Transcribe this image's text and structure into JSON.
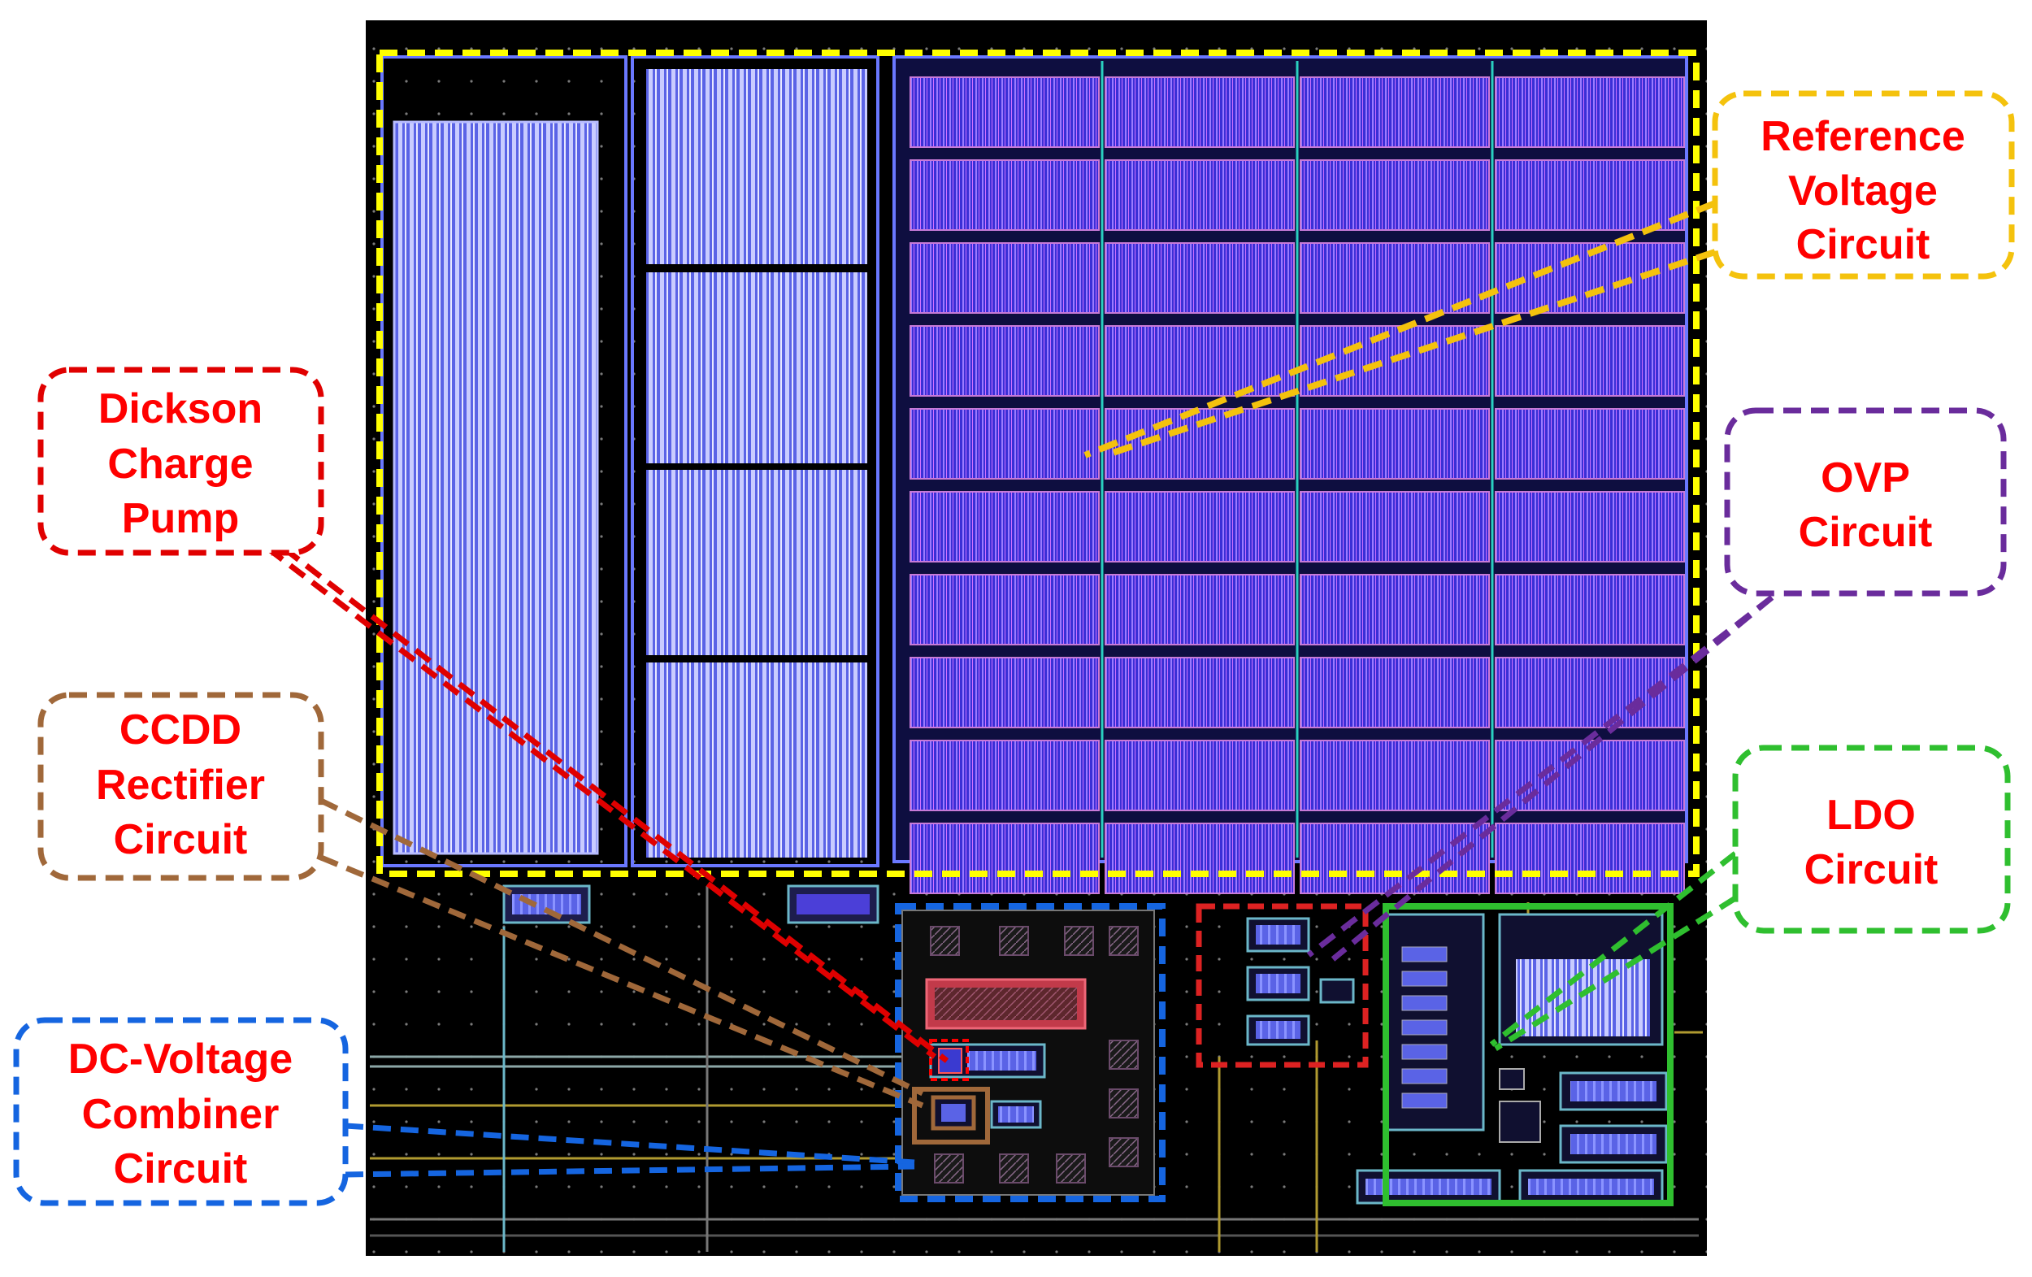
{
  "colors": {
    "background": "#ffffff",
    "die_background": "#000000",
    "label_text": "#ff0000",
    "reference_voltage": "#f4c20d",
    "dickson_charge_pump": "#e00000",
    "ccdd_rectifier": "#a0683a",
    "dc_voltage_combiner": "#1565e0",
    "ovp": "#6a2c9c",
    "ldo": "#2fbf2f",
    "top_block_outline": "#ffff00"
  },
  "labels": {
    "reference_voltage": [
      "Reference",
      "Voltage",
      "Circuit"
    ],
    "dickson_charge_pump": [
      "Dickson",
      "Charge",
      "Pump"
    ],
    "ovp": [
      "OVP",
      "Circuit"
    ],
    "ccdd_rectifier": [
      "CCDD",
      "Rectifier",
      "Circuit"
    ],
    "ldo": [
      "LDO",
      "Circuit"
    ],
    "dc_voltage_combiner": [
      "DC-Voltage",
      "Combiner",
      "Circuit"
    ]
  }
}
